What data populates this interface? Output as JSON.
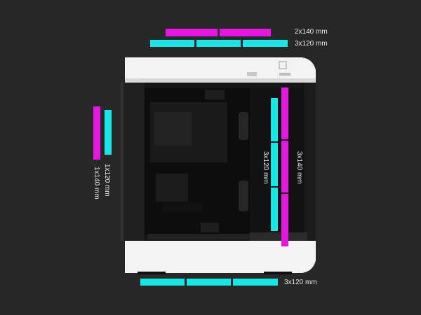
{
  "colors": {
    "background": "#272727",
    "magenta": "#e516e0",
    "cyan": "#16e6e6",
    "case_white": "#f2f2f2",
    "case_dark": "#161616"
  },
  "labels": {
    "top_140": "2x140 mm",
    "top_120": "3x120 mm",
    "bottom_120": "3x120 mm",
    "rear_120": "1x120 mm",
    "rear_140": "1x140 mm",
    "side_120": "3x120 mm",
    "side_140": "3x140 mm"
  },
  "fan_groups": {
    "top_140_count": 2,
    "top_120_count": 3,
    "bottom_120_count": 3,
    "rear_120_count": 1,
    "rear_140_count": 1,
    "side_120_count": 3,
    "side_140_count": 3
  }
}
